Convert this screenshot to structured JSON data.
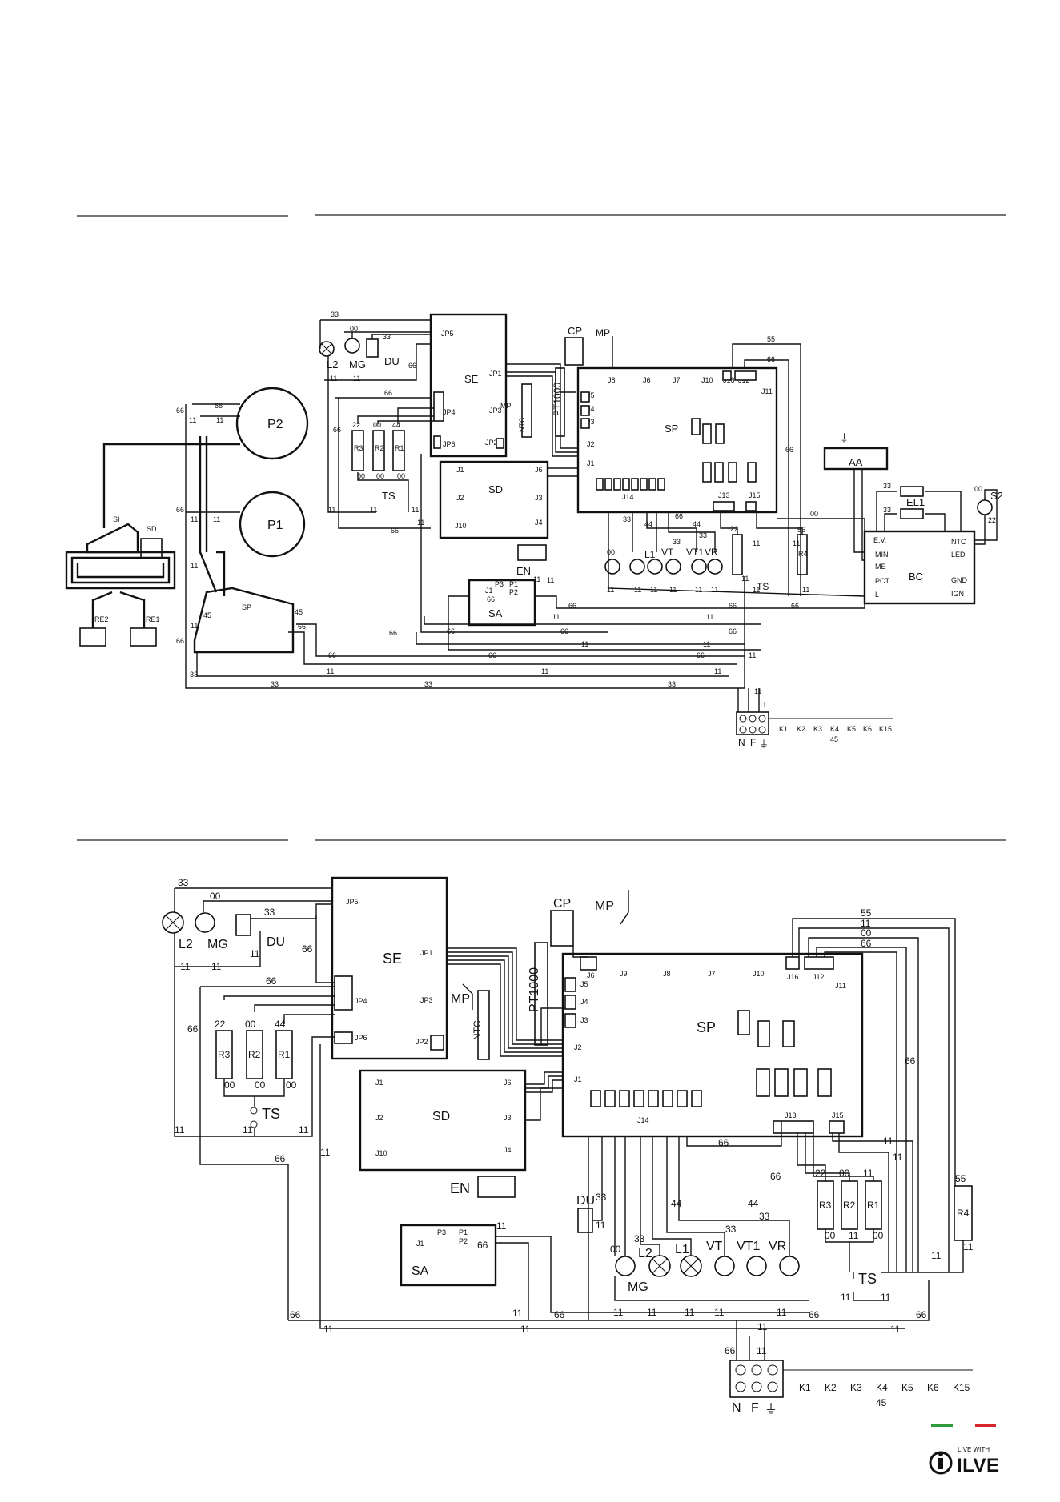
{
  "brand": {
    "tagline": "LIVE WITH",
    "name": "ILVE",
    "stripe_colors": [
      "#2e9c3a",
      "#ffffff",
      "#d7262c"
    ]
  },
  "top": {
    "boards": {
      "se": "SE",
      "sp": "SP",
      "sd": "SD",
      "sa": "SA",
      "aa": "AA",
      "bc": "BC",
      "cp": "CP",
      "en": "EN"
    },
    "connectors_se": [
      "JP5",
      "JP1",
      "JP4",
      "JP3",
      "JP6",
      "JP2"
    ],
    "connectors_sp": [
      "J8",
      "J6",
      "J7",
      "J10",
      "J16",
      "J12",
      "J11",
      "J5",
      "J4",
      "J3",
      "J2",
      "J1",
      "J14",
      "J13",
      "J15"
    ],
    "connectors_sd": [
      "J1",
      "J2",
      "J10",
      "J6",
      "J3",
      "J4"
    ],
    "connectors_sa": [
      "J1",
      "P3",
      "P1",
      "P2"
    ],
    "bc_pins": [
      "E.V.",
      "MIN",
      "ME",
      "PCT",
      "L",
      "NTC",
      "LED",
      "GND",
      "IGN"
    ],
    "components": {
      "l2": "L2",
      "mg": "MG",
      "du": "DU",
      "r3": "R3",
      "r2": "R2",
      "r1": "R1",
      "ts": "TS",
      "mp": "MP",
      "pt1000": "PT1000",
      "ntc": "NTC",
      "l1": "L1",
      "vt": "VT",
      "vt1": "VT1",
      "vr": "VR",
      "r4": "R4",
      "el1": "EL1",
      "s2": "S2",
      "p1": "P1",
      "p2": "P2",
      "si": "SI",
      "sd_small": "SD",
      "sp_small": "SP",
      "re1": "RE1",
      "re2": "RE2"
    },
    "terminals": {
      "n": "N",
      "f": "F",
      "k": [
        "K1",
        "K2",
        "K3",
        "K4",
        "K5",
        "K6",
        "K15"
      ],
      "k_group": "45"
    }
  },
  "bottom": {
    "boards": {
      "se": "SE",
      "sp": "SP",
      "sd": "SD",
      "sa": "SA",
      "cp": "CP",
      "en": "EN"
    },
    "connectors_se": [
      "JP5",
      "JP1",
      "JP4",
      "JP3",
      "JP6",
      "JP2"
    ],
    "connectors_sp": [
      "J6",
      "J9",
      "J8",
      "J7",
      "J10",
      "J16",
      "J12",
      "J11",
      "J5",
      "J4",
      "J3",
      "J2",
      "J1",
      "J14",
      "J13",
      "J15"
    ],
    "connectors_sd": [
      "J1",
      "J2",
      "J10",
      "J6",
      "J3",
      "J4"
    ],
    "connectors_sa": [
      "J1",
      "P3",
      "P1",
      "P2"
    ],
    "components": {
      "l2": "L2",
      "mg": "MG",
      "du": "DU",
      "du2": "DU",
      "r3": "R3",
      "r2": "R2",
      "r1": "R1",
      "ts": "TS",
      "ts2": "TS",
      "mp": "MP",
      "pt1000": "PT1000",
      "ntc": "NTC",
      "l1": "L1",
      "vt": "VT",
      "vt1": "VT1",
      "vr": "VR",
      "r4": "R4",
      "l2b": "L2",
      "mgb": "MG",
      "r3b": "R3",
      "r2b": "R2",
      "r1b": "R1"
    },
    "terminals": {
      "n": "N",
      "f": "F",
      "k": [
        "K1",
        "K2",
        "K3",
        "K4",
        "K5",
        "K6",
        "K15"
      ],
      "k_group": "45"
    }
  },
  "wire_codes": {
    "c11": "11",
    "c22": "22",
    "c33": "33",
    "c44": "44",
    "c55": "55",
    "c66": "66",
    "c00": "00",
    "c45": "45"
  }
}
